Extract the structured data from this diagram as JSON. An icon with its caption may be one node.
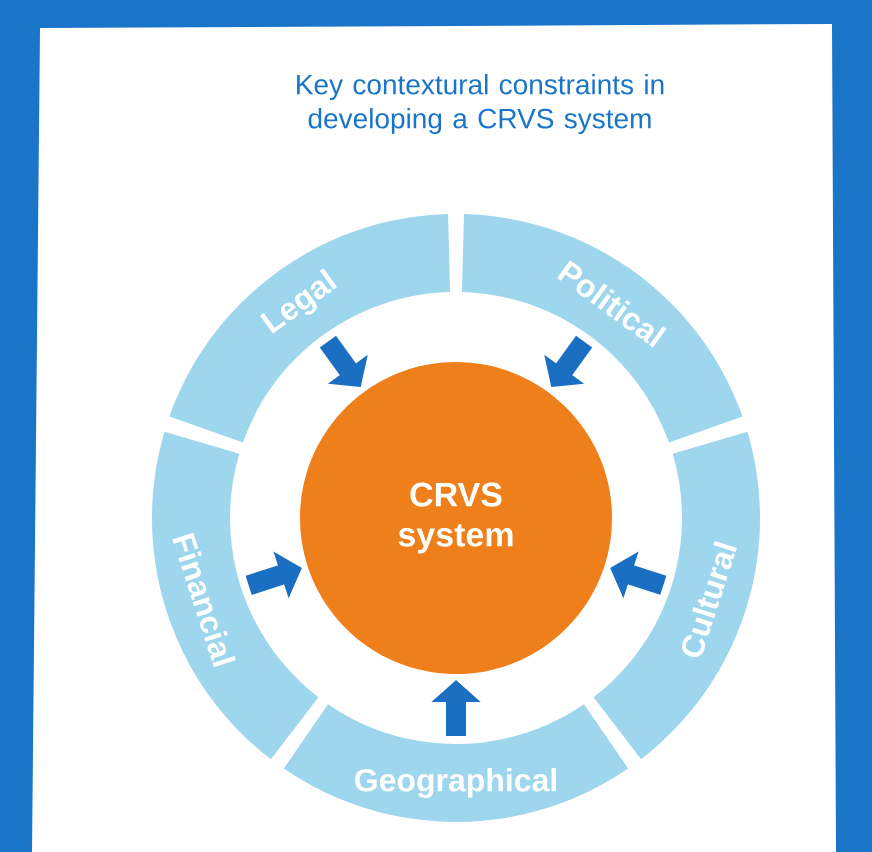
{
  "diagram": {
    "title": "Key contextural constraints in developing a CRVS system",
    "nodes": [
      {
        "text": [
          "Legal"
        ]
      },
      {
        "text": [
          "Political"
        ]
      },
      {
        "text": [
          "Cultural"
        ]
      },
      {
        "text": [
          "Geographical"
        ]
      },
      {
        "text": [
          "Financial"
        ]
      },
      {
        "text": [
          "CRVS system"
        ]
      }
    ],
    "edges": [
      {
        "from": 0,
        "to": 5,
        "arrow": "to"
      },
      {
        "from": 1,
        "to": 5,
        "arrow": "to"
      },
      {
        "from": 2,
        "to": 5,
        "arrow": "to"
      },
      {
        "from": 3,
        "to": 5,
        "arrow": "to"
      },
      {
        "from": 4,
        "to": 5,
        "arrow": "to"
      }
    ]
  }
}
